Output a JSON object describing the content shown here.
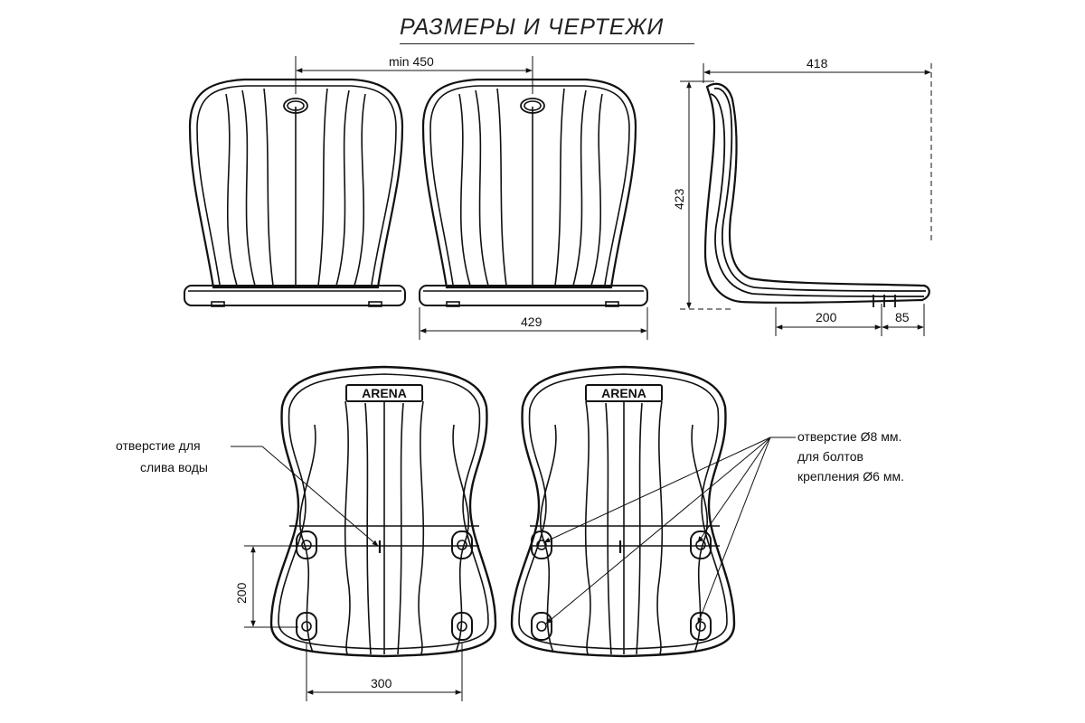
{
  "title": "РАЗМЕРЫ И ЧЕРТЕЖИ",
  "logo_text": "ARENA",
  "dimensions": {
    "width_min": "min 450",
    "base_width": "429",
    "depth": "418",
    "height": "423",
    "seat_depth": "200",
    "front_offset": "85",
    "hole_vertical": "200",
    "hole_horizontal": "300"
  },
  "callouts": {
    "drain_line1": "отверстие для",
    "drain_line2": "слива воды",
    "bolt_line1": "отверстие Ø8 мм.",
    "bolt_line2": "для болтов",
    "bolt_line3": "крепления Ø6 мм."
  }
}
